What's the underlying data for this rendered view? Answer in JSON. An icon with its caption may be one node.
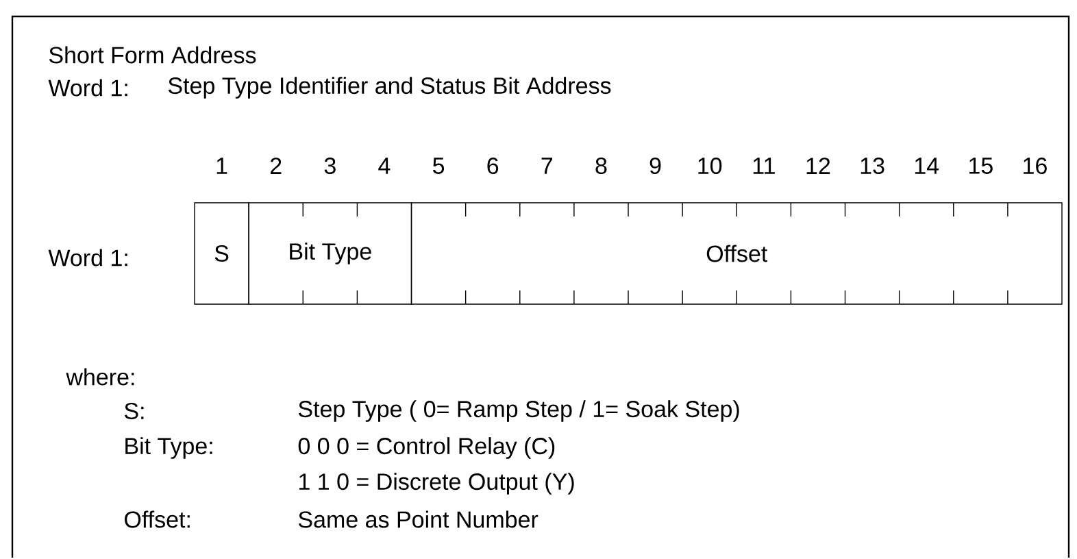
{
  "diagram": {
    "title": "Short Form Address",
    "nodes": [
      {
        "text": [
          "S"
        ]
      },
      {
        "text": [
          "Bit Type"
        ]
      },
      {
        "text": [
          "Offset"
        ]
      }
    ],
    "edges": [],
    "labels": [
      "Word 1:",
      "Step Type Identifier and Status Bit Address",
      "1",
      "2",
      "3",
      "4",
      "5",
      "6",
      "7",
      "8",
      "9",
      "10",
      "11",
      "12",
      "13",
      "14",
      "15",
      "16",
      "Word 1:",
      "where:",
      "S:",
      "Step Type ( 0= Ramp Step / 1= Soak Step)",
      "Bit Type:",
      "0 0 0  = Control Relay (C)",
      "1 1 0  = Discrete Output (Y)",
      "Offset:",
      "Same as Point Number"
    ]
  }
}
